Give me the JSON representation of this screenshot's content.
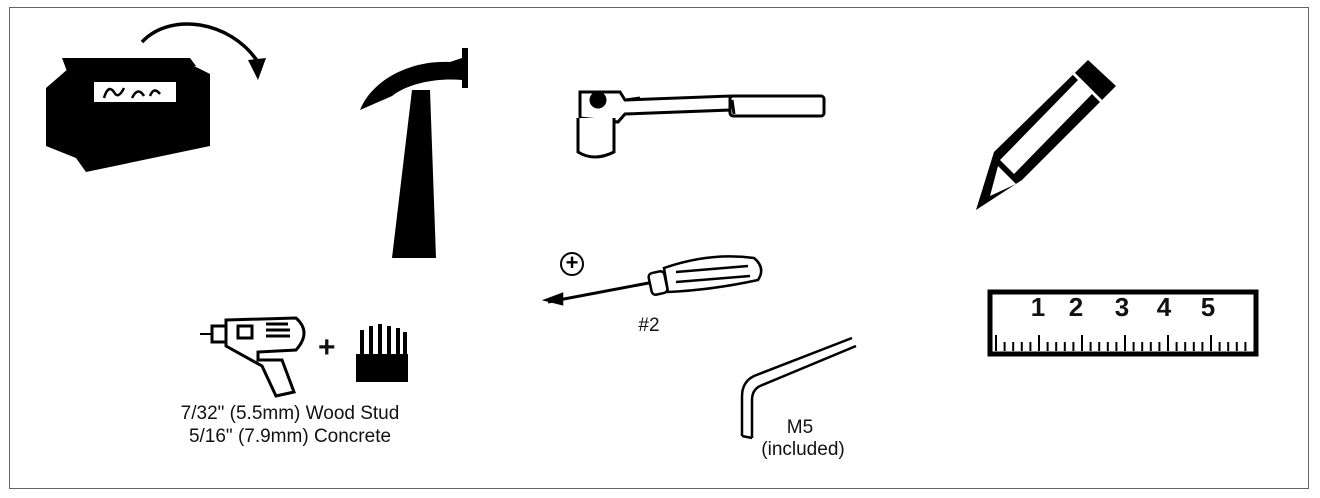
{
  "tools": {
    "toolbox": {
      "icon": "toolbox-icon"
    },
    "hammer": {
      "icon": "hammer-icon"
    },
    "ratchet": {
      "icon": "ratchet-wrench-icon"
    },
    "pencil": {
      "icon": "pencil-icon"
    },
    "drill": {
      "icon": "power-drill-icon",
      "plus": "+",
      "bits_icon": "drill-bits-icon",
      "label_line1": "7/32\" (5.5mm) Wood Stud",
      "label_line2": "5/16\" (7.9mm) Concrete"
    },
    "screwdriver": {
      "icon": "phillips-screwdriver-icon",
      "badge_symbol": "+",
      "label": "#2"
    },
    "allen_key": {
      "icon": "allen-key-icon",
      "label_line1": "M5",
      "label_line2": "(included)"
    },
    "ruler": {
      "icon": "ruler-icon",
      "numbers": [
        "1",
        "2",
        "3",
        "4",
        "5"
      ]
    }
  },
  "colors": {
    "ink": "#000000",
    "frame": "#666666"
  }
}
